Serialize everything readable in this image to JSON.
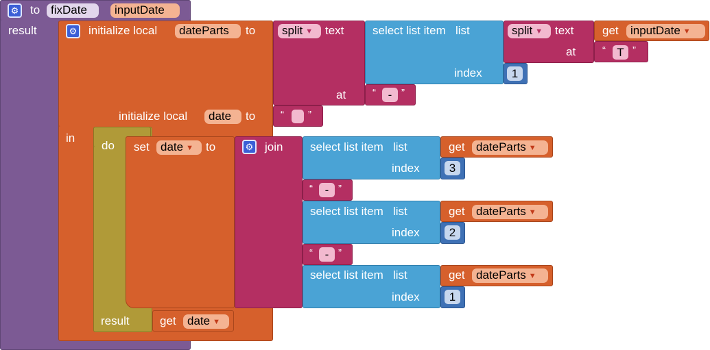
{
  "procedure": {
    "to_label": "to",
    "name": "fixDate",
    "param": "inputDate",
    "result_label": "result"
  },
  "init_local": {
    "label": "initialize local",
    "var1": "dateParts",
    "to_label": "to",
    "var2": "date",
    "in_label": "in"
  },
  "split1": {
    "op": "split",
    "text_label": "text",
    "at_label": "at",
    "at_value": "-"
  },
  "select1": {
    "label": "select list item",
    "list_label": "list",
    "index_label": "index",
    "index_value": "1"
  },
  "split2": {
    "op": "split",
    "text_label": "text",
    "at_label": "at",
    "at_value": "T"
  },
  "get_input": {
    "get_label": "get",
    "var": "inputDate"
  },
  "empty_text": {
    "value": ""
  },
  "do_block": {
    "do_label": "do",
    "result_label": "result"
  },
  "set_block": {
    "set_label": "set",
    "var": "date",
    "to_label": "to"
  },
  "join": {
    "label": "join",
    "sep1": "-",
    "sep2": "-"
  },
  "selects": [
    {
      "label": "select list item",
      "list_label": "list",
      "index_label": "index",
      "get_label": "get",
      "var": "dateParts",
      "index_value": "3"
    },
    {
      "label": "select list item",
      "list_label": "list",
      "index_label": "index",
      "get_label": "get",
      "var": "dateParts",
      "index_value": "2"
    },
    {
      "label": "select list item",
      "list_label": "list",
      "index_label": "index",
      "get_label": "get",
      "var": "dateParts",
      "index_value": "1"
    }
  ],
  "result_get": {
    "get_label": "get",
    "var": "date"
  },
  "colors": {
    "procedure": "#7c5a94",
    "variables": "#d6602c",
    "text": "#b42f62",
    "lists": "#4aa3d5",
    "control": "#b09a38",
    "math": "#3f71b5",
    "mutator": "#3b5fd6"
  },
  "icons": {
    "mutator": "gear-icon",
    "dropdown": "triangle-down-icon"
  }
}
